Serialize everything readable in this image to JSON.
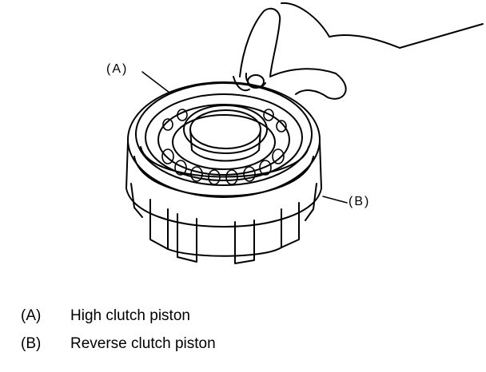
{
  "callouts": {
    "a": "(A)",
    "b": "(B)"
  },
  "legend": [
    {
      "key": "(A)",
      "label": "High clutch piston"
    },
    {
      "key": "(B)",
      "label": "Reverse clutch piston"
    }
  ],
  "colors": {
    "line": "#000000",
    "background": "#ffffff"
  }
}
